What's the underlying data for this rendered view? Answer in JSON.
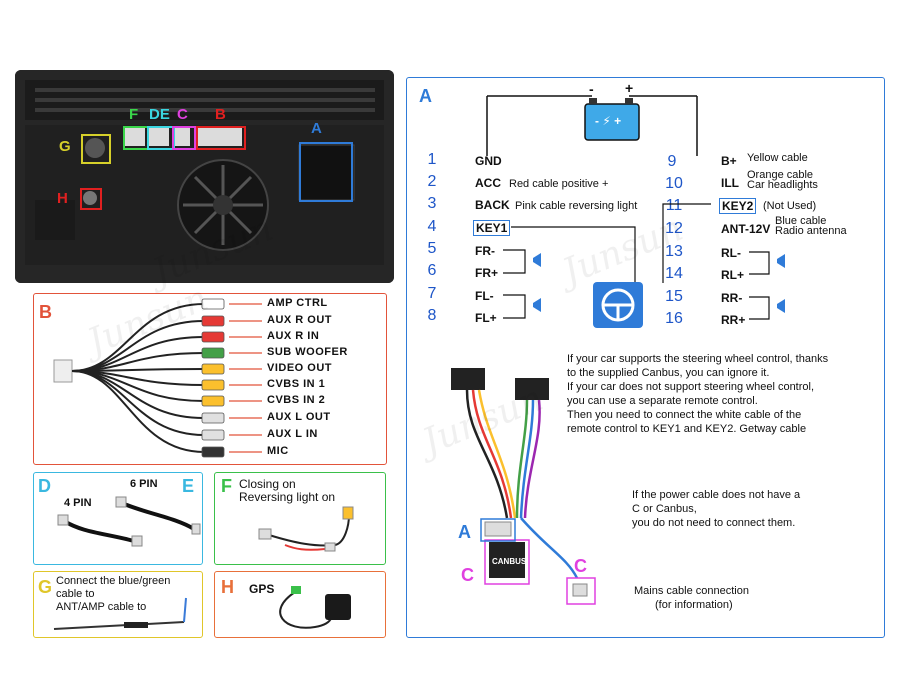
{
  "watermark": "Junsun",
  "stereo": {
    "labels": {
      "F": "F",
      "DE": "DE",
      "C": "C",
      "B": "B",
      "A": "A",
      "G": "G",
      "H": "H"
    },
    "colors": {
      "F": "#3ad64a",
      "DE": "#3ad6e0",
      "C": "#e040e0",
      "B": "#e02020",
      "A": "#2f7bd8",
      "G": "#d6d02a",
      "H": "#e02020"
    }
  },
  "panel_a": {
    "label": "A",
    "left": [
      {
        "num": "1",
        "pin": "GND",
        "desc": ""
      },
      {
        "num": "2",
        "pin": "ACC",
        "desc": "Red cable positive +"
      },
      {
        "num": "3",
        "pin": "BACK",
        "desc": "Pink cable reversing light"
      },
      {
        "num": "4",
        "pin": "KEY1",
        "desc": ""
      },
      {
        "num": "5",
        "pin": "FR-",
        "desc": ""
      },
      {
        "num": "6",
        "pin": "FR+",
        "desc": ""
      },
      {
        "num": "7",
        "pin": "FL-",
        "desc": ""
      },
      {
        "num": "8",
        "pin": "FL+",
        "desc": ""
      }
    ],
    "right": [
      {
        "num": "9",
        "pin": "B+",
        "desc": "Yellow cable"
      },
      {
        "num": "10",
        "pin": "ILL",
        "desc": "Orange cable\nCar headlights"
      },
      {
        "num": "11",
        "pin": "KEY2",
        "desc": "(Not Used)"
      },
      {
        "num": "12",
        "pin": "ANT-12V",
        "desc": "Blue cable\nRadio antenna"
      },
      {
        "num": "13",
        "pin": "RL-",
        "desc": ""
      },
      {
        "num": "14",
        "pin": "RL+",
        "desc": ""
      },
      {
        "num": "15",
        "pin": "RR-",
        "desc": ""
      },
      {
        "num": "16",
        "pin": "RR+",
        "desc": ""
      }
    ],
    "battery": {
      "minus": "-",
      "plus": "+",
      "inner": "- ⚡ +"
    },
    "note1": [
      "If your car supports the steering wheel control, thanks",
      "to the supplied Canbus, you can ignore it.",
      "If your car does not support steering wheel control,",
      "you can use a separate remote control.",
      "Then you need to connect the white cable of the",
      "remote control to KEY1 and KEY2. Getway cable"
    ],
    "note2": [
      "If the power cable does not have a",
      "C or Canbus,",
      "you do not need to connect them."
    ],
    "note3": [
      "Mains cable connection",
      "(for information)"
    ],
    "harness_labels": {
      "a": "A",
      "c1": "C",
      "c2": "C",
      "canbus": "CANBUS"
    }
  },
  "panel_b": {
    "label": "B",
    "lines": [
      "AMP CTRL",
      "AUX R OUT",
      "AUX R IN",
      "SUB WOOFER",
      "VIDEO OUT",
      "CVBS IN 1",
      "CVBS IN 2",
      "AUX L OUT",
      "AUX L IN",
      "MIC"
    ],
    "plug_colors": [
      "#ffffff",
      "#e53935",
      "#e53935",
      "#43a047",
      "#fbc02d",
      "#fbc02d",
      "#fbc02d",
      "#e0e0e0",
      "#e0e0e0",
      "#333333"
    ]
  },
  "panel_de": {
    "label_d": "D",
    "label_e": "E",
    "pin4": "4 PIN",
    "pin6": "6 PIN"
  },
  "panel_f": {
    "label": "F",
    "text1": "Closing on",
    "text2": "Reversing light on"
  },
  "panel_g": {
    "label": "G",
    "text1": "Connect the blue/green",
    "text2": "cable to",
    "text3": "ANT/AMP cable to"
  },
  "panel_h": {
    "label": "H",
    "text": "GPS"
  },
  "colors": {
    "blue": "#2f7bd8",
    "red": "#e2533a",
    "green": "#3ac04a",
    "cyan": "#3ab8e0",
    "yellow": "#e0c62a",
    "orange": "#e8703a",
    "magenta": "#e040e0"
  }
}
